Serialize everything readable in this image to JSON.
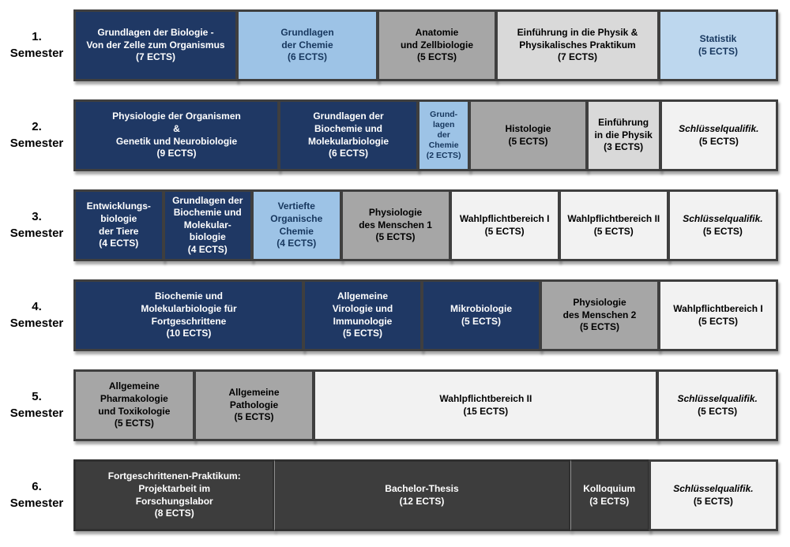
{
  "palette": {
    "navy": "#1F3864",
    "chemistry_blue": "#9DC3E6",
    "statistics_blue": "#BDD7EE",
    "mid_gray": "#A6A6A6",
    "light_gray": "#D9D9D9",
    "pale_gray": "#F2F2F2",
    "charcoal": "#3D3D3D",
    "border": "#3F3F3F"
  },
  "rows": [
    {
      "label": "1.\nSemester",
      "modules": [
        {
          "title": "Grundlagen der Biologie -\nVon der Zelle zum Organismus",
          "ects": "(7 ECTS)",
          "flex": "7"
        },
        {
          "title": "Grundlagen\nder Chemie",
          "ects": "(6 ECTS)",
          "flex": "6"
        },
        {
          "title": "Anatomie\nund Zellbiologie",
          "ects": "(5 ECTS)",
          "flex": "5"
        },
        {
          "title": "Einführung in die Physik &\nPhysikalisches Praktikum",
          "ects": "(7 ECTS)",
          "flex": "7"
        },
        {
          "title": "Statistik",
          "ects": "(5 ECTS)",
          "flex": "5"
        }
      ]
    },
    {
      "label": "2.\nSemester",
      "modules": [
        {
          "title": "Physiologie der Organismen\n&\nGenetik und Neurobiologie",
          "ects": "(9 ECTS)",
          "flex": "9"
        },
        {
          "title": "Grundlagen der\nBiochemie und\nMolekularbiologie",
          "ects": "(6 ECTS)",
          "flex": "6"
        },
        {
          "title": "Grund-\nlagen\nder\nChemie",
          "ects": "(2 ECTS)",
          "flex": "2"
        },
        {
          "title": "Histologie",
          "ects": "(5 ECTS)",
          "flex": "5"
        },
        {
          "title": "Einführung\nin die Physik",
          "ects": "(3 ECTS)",
          "flex": "3"
        },
        {
          "title": "Schlüsselqualifik.",
          "ects": "(5 ECTS)",
          "flex": "5"
        }
      ]
    },
    {
      "label": "3.\nSemester",
      "modules": [
        {
          "title": "Entwicklungs-\nbiologie\nder Tiere",
          "ects": "(4 ECTS)",
          "flex": "4"
        },
        {
          "title": "Grundlagen der\nBiochemie und\nMolekular-\nbiologie",
          "ects": "(4 ECTS)",
          "flex": "4"
        },
        {
          "title": "Vertiefte\nOrganische\nChemie",
          "ects": "(4 ECTS)",
          "flex": "4"
        },
        {
          "title": "Physiologie\ndes Menschen 1",
          "ects": "(5 ECTS)",
          "flex": "5"
        },
        {
          "title": "Wahlpflichtbereich I",
          "ects": "(5 ECTS)",
          "flex": "5"
        },
        {
          "title": "Wahlpflichtbereich II",
          "ects": "(5 ECTS)",
          "flex": "5"
        },
        {
          "title": "Schlüsselqualifik.",
          "ects": "(5 ECTS)",
          "flex": "5"
        }
      ]
    },
    {
      "label": "4.\nSemester",
      "modules": [
        {
          "title": "Biochemie und\nMolekularbiologie für\nFortgeschrittene",
          "ects": "(10 ECTS)",
          "flex": "10"
        },
        {
          "title": "Allgemeine\nVirologie und\nImmunologie",
          "ects": "(5 ECTS)",
          "flex": "5"
        },
        {
          "title": "Mikrobiologie",
          "ects": "(5 ECTS)",
          "flex": "5"
        },
        {
          "title": "Physiologie\ndes Menschen 2",
          "ects": "(5 ECTS)",
          "flex": "5"
        },
        {
          "title": "Wahlpflichtbereich I",
          "ects": "(5 ECTS)",
          "flex": "5"
        }
      ]
    },
    {
      "label": "5.\nSemester",
      "modules": [
        {
          "title": "Allgemeine\nPharmakologie\nund Toxikologie",
          "ects": "(5 ECTS)",
          "flex": "5"
        },
        {
          "title": "Allgemeine\nPathologie",
          "ects": "(5 ECTS)",
          "flex": "5"
        },
        {
          "title": "Wahlpflichtbereich II",
          "ects": "(15 ECTS)",
          "flex": "15"
        },
        {
          "title": "Schlüsselqualifik.",
          "ects": "(5 ECTS)",
          "flex": "5"
        }
      ]
    },
    {
      "label": "6.\nSemester",
      "modules": [
        {
          "title": "Fortgeschrittenen-Praktikum:\nProjektarbeit im\nForschungslabor",
          "ects": "(8 ECTS)",
          "flex": "8"
        },
        {
          "title": "Bachelor-Thesis",
          "ects": "(12 ECTS)",
          "flex": "12"
        },
        {
          "title": "Kolloquium",
          "ects": "(3 ECTS)",
          "flex": "3"
        },
        {
          "title": "Schlüsselqualifik.",
          "ects": "(5 ECTS)",
          "flex": "5"
        }
      ]
    }
  ]
}
